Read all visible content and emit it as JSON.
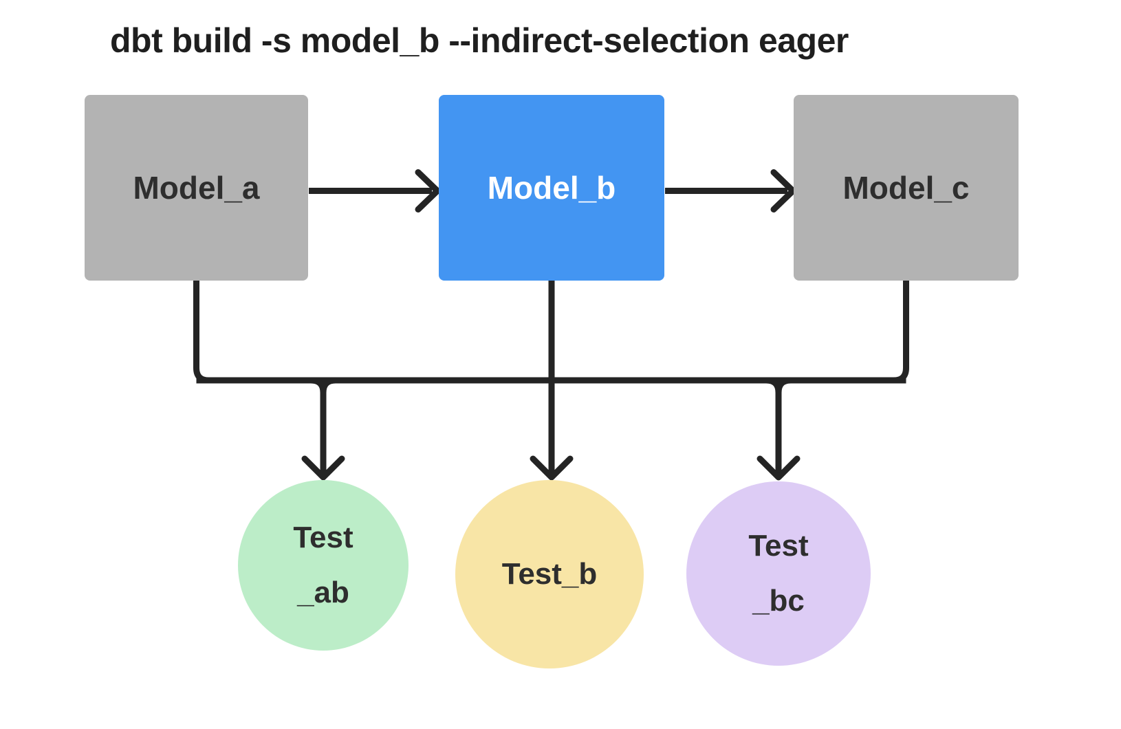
{
  "title": "dbt build -s model_b --indirect-selection eager",
  "nodes": {
    "model_a": {
      "label": "Model_a",
      "type": "model",
      "color": "#b3b3b3"
    },
    "model_b": {
      "label": "Model_b",
      "type": "model",
      "color": "#4395f2",
      "selected": true
    },
    "model_c": {
      "label": "Model_c",
      "type": "model",
      "color": "#b3b3b3"
    },
    "test_ab": {
      "line1": "Test",
      "line2": "_ab",
      "type": "test",
      "color": "#bcedc8"
    },
    "test_b": {
      "label": "Test_b",
      "type": "test",
      "color": "#f8e5a6"
    },
    "test_bc": {
      "line1": "Test",
      "line2": "_bc",
      "type": "test",
      "color": "#ddccf5"
    }
  },
  "edges": [
    {
      "from": "model_a",
      "to": "model_b"
    },
    {
      "from": "model_b",
      "to": "model_c"
    },
    {
      "from": "model_a",
      "to": "test_ab"
    },
    {
      "from": "model_b",
      "to": "test_ab"
    },
    {
      "from": "model_b",
      "to": "test_b"
    },
    {
      "from": "model_b",
      "to": "test_bc"
    },
    {
      "from": "model_c",
      "to": "test_bc"
    }
  ],
  "colors": {
    "background": "#ffffff",
    "edge": "#242424",
    "title_text": "#1f1f1f",
    "node_text_dark": "#2e2e2e",
    "node_text_light": "#ffffff"
  }
}
